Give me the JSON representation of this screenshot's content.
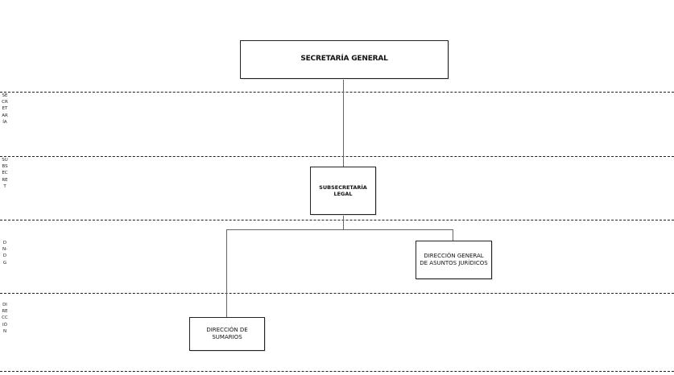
{
  "nodes": {
    "secretaria_general": "SECRETARÍA GENERAL",
    "subsecretaria_legal": "SUBSECRETARÍA LEGAL",
    "direccion_general_asuntos_juridicos": "DIRECCIÓN GENERAL DE ASUNTOS JURÍDICOS",
    "direccion_sumarios": "DIRECCIÓN DE SUMARIOS"
  },
  "row_labels": {
    "secretaria": "SECRETARÍA",
    "subsecretaria": "SUBSECRET",
    "dn_dg": "DN-DG",
    "direccion": "DIRECCIÓN"
  }
}
